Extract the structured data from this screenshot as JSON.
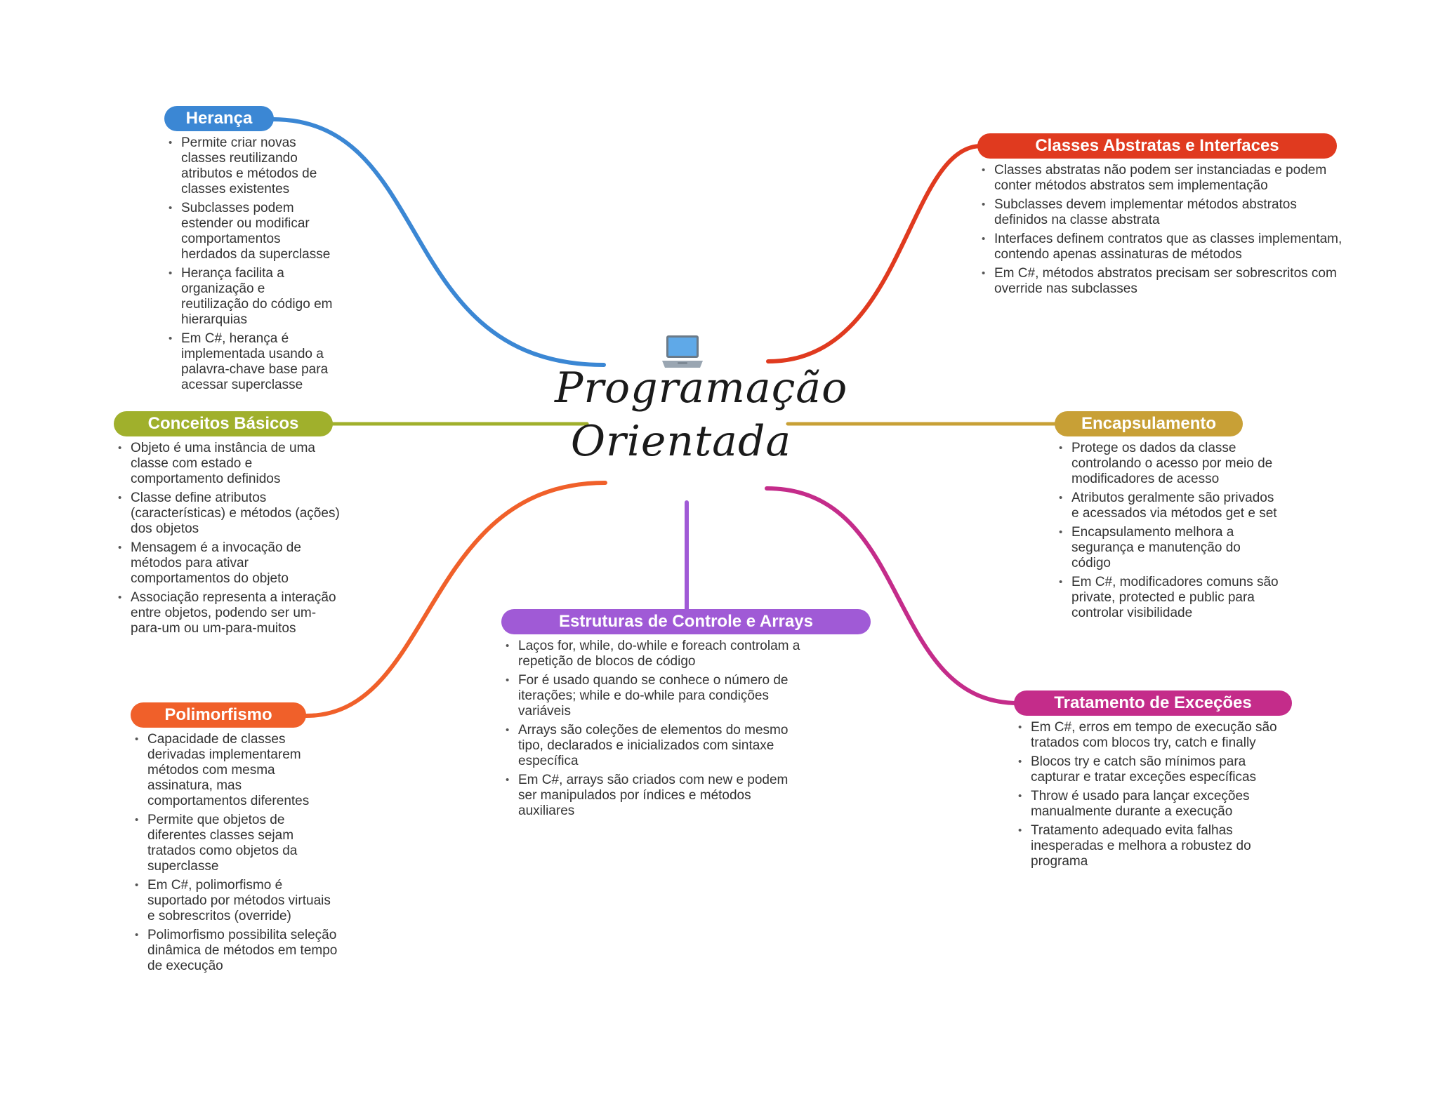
{
  "center": {
    "title_line1": "Programação",
    "title_line2": "Orientada",
    "icon": "laptop-icon"
  },
  "colors": {
    "heranca": "#3b87d4",
    "classes_abstratas": "#e03a1f",
    "conceitos": "#a0b02c",
    "encapsulamento": "#c8a036",
    "estruturas": "#a05ad6",
    "polimorfismo": "#f0602a",
    "excecoes": "#c42c8a"
  },
  "branches": {
    "heranca": {
      "label": "Herança",
      "items": [
        "Permite criar novas classes reutilizando atributos e métodos de classes existentes",
        "Subclasses podem estender ou modificar comportamentos herdados da superclasse",
        "Herança facilita a organização e reutilização do código em hierarquias",
        "Em C#, herança é implementada usando a palavra-chave base para acessar superclasse"
      ]
    },
    "classes_abstratas": {
      "label": "Classes Abstratas e Interfaces",
      "items": [
        "Classes abstratas não podem ser instanciadas e podem conter métodos abstratos sem implementação",
        "Subclasses devem implementar métodos abstratos definidos na classe abstrata",
        "Interfaces definem contratos que as classes implementam, contendo apenas assinaturas de métodos",
        "Em C#, métodos abstratos precisam ser sobrescritos com override nas subclasses"
      ]
    },
    "conceitos": {
      "label": "Conceitos Básicos",
      "items": [
        "Objeto é uma instância de uma classe com estado e comportamento definidos",
        "Classe define atributos (características) e métodos (ações) dos objetos",
        "Mensagem é a invocação de métodos para ativar comportamentos do objeto",
        "Associação representa a interação entre objetos, podendo ser um-para-um ou um-para-muitos"
      ]
    },
    "encapsulamento": {
      "label": "Encapsulamento",
      "items": [
        "Protege os dados da classe controlando o acesso por meio de modificadores de acesso",
        "Atributos geralmente são privados e acessados via métodos get e set",
        "Encapsulamento melhora a segurança e manutenção do código",
        "Em C#, modificadores comuns são private, protected e public para controlar visibilidade"
      ]
    },
    "estruturas": {
      "label": "Estruturas de Controle e Arrays",
      "items": [
        "Laços for, while, do-while e foreach controlam a repetição de blocos de código",
        "For é usado quando se conhece o número de iterações; while e do-while para condições variáveis",
        "Arrays são coleções de elementos do mesmo tipo, declarados e inicializados com sintaxe específica",
        "Em C#, arrays são criados com new e podem ser manipulados por índices e métodos auxiliares"
      ]
    },
    "polimorfismo": {
      "label": "Polimorfismo",
      "items": [
        "Capacidade de classes derivadas implementarem métodos com mesma assinatura, mas comportamentos diferentes",
        "Permite que objetos de diferentes classes sejam tratados como objetos da superclasse",
        "Em C#, polimorfismo é suportado por métodos virtuais e sobrescritos (override)",
        "Polimorfismo possibilita seleção dinâmica de métodos em tempo de execução"
      ]
    },
    "excecoes": {
      "label": "Tratamento de Exceções",
      "items": [
        "Em C#, erros em tempo de execução são tratados com blocos try, catch e finally",
        "Blocos try e catch são mínimos para capturar e tratar exceções específicas",
        "Throw é usado para lançar exceções manualmente durante a execução",
        "Tratamento adequado evita falhas inesperadas e melhora a robustez do programa"
      ]
    }
  }
}
